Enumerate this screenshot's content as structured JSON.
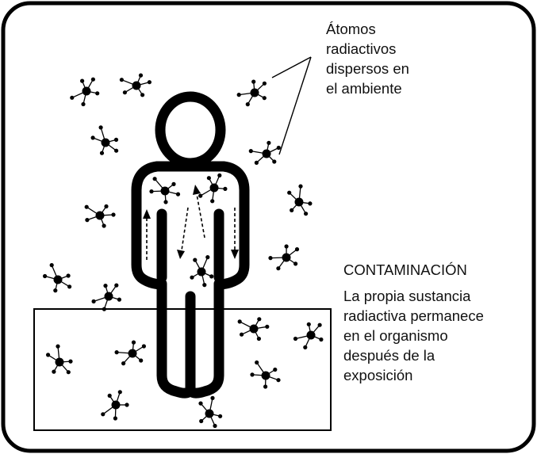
{
  "annotation": {
    "lines": [
      "Átomos",
      "radiactivos",
      "dispersos en",
      "el ambiente"
    ]
  },
  "contamination": {
    "title": "CONTAMINACIÓN",
    "lines": [
      "La propia sustancia",
      "radiactiva permanece",
      "en el organismo",
      "después de la",
      "exposición"
    ]
  },
  "colors": {
    "ink": "#000000",
    "background": "#ffffff"
  },
  "icons": [
    "human-silhouette-icon",
    "atom-icon",
    "dashed-arrow-icon"
  ]
}
